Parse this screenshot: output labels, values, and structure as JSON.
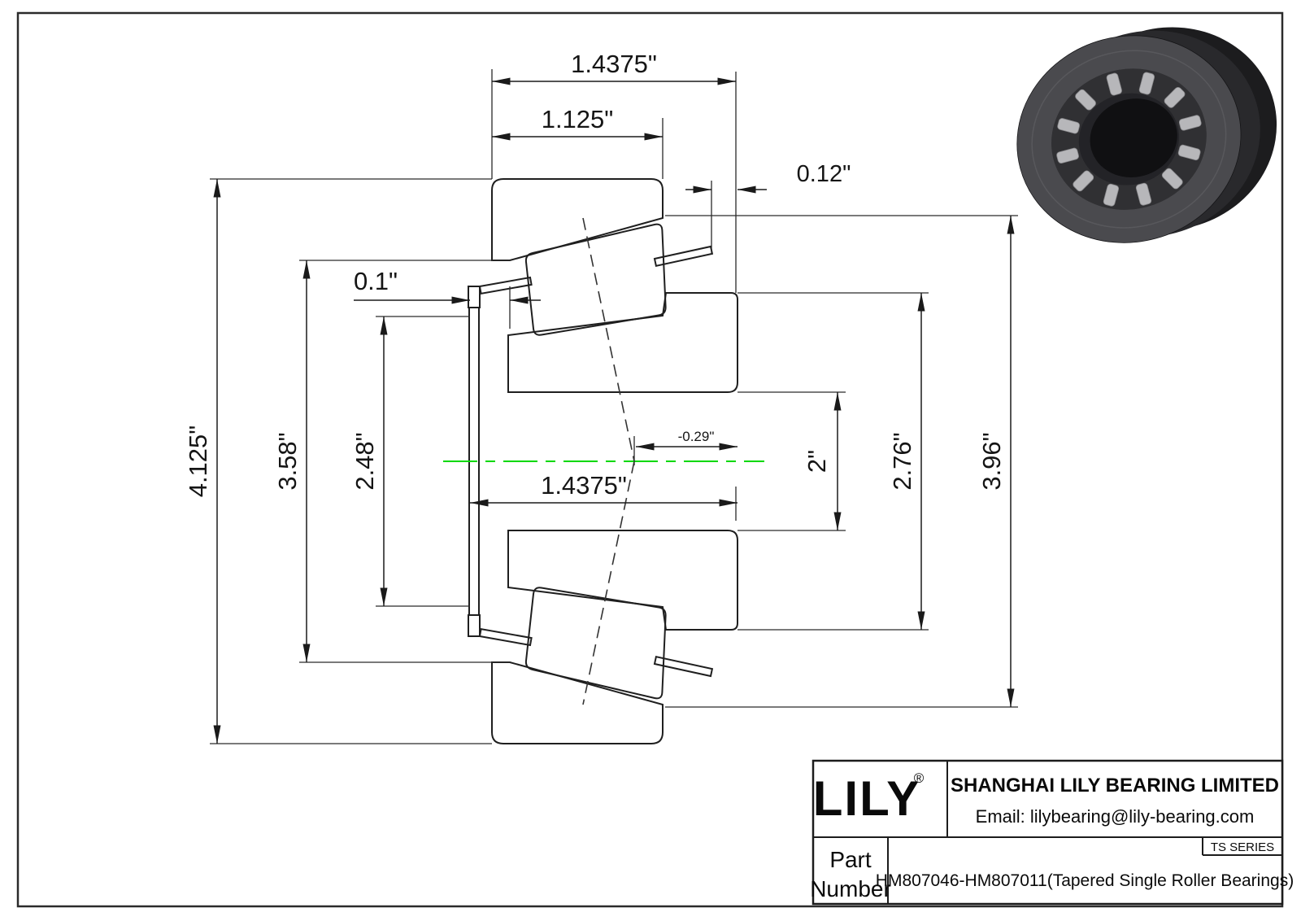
{
  "drawing": {
    "centerline_color": "#00d800",
    "dims": {
      "width_top": "1.4375\"",
      "cup_width": "1.125\"",
      "cup_standout": "0.12\"",
      "cage_standout": "0.1\"",
      "outer_dia": "4.125\"",
      "front_dia": "3.58\"",
      "cage_dia": "2.48\"",
      "cone_width": "1.4375\"",
      "eff_center": "-0.29\"",
      "bore_dia": "2\"",
      "rib_dia": "2.76\"",
      "back_dia": "3.96\""
    }
  },
  "title_block": {
    "logo": "LILY",
    "registered": "®",
    "company": "SHANGHAI LILY BEARING LIMITED",
    "email": "Email: lilybearing@lily-bearing.com",
    "series": "TS SERIES",
    "part_label_1": "Part",
    "part_label_2": "Number",
    "part_number": "HM807046-HM807011(Tapered Single Roller Bearings)"
  }
}
